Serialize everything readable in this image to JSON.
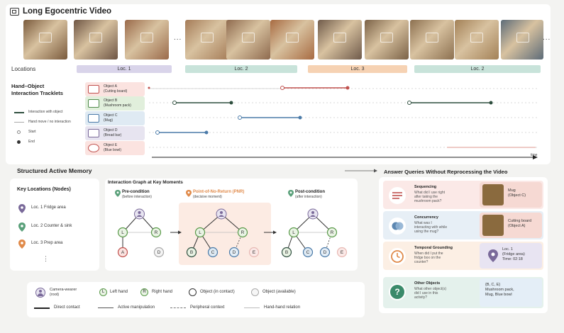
{
  "header": {
    "title": "Long Egocentric Video"
  },
  "video": {
    "ellipsis": "...",
    "frames": [
      {
        "tone": "#7a5a3c"
      },
      {
        "tone": "#6e5544"
      },
      {
        "tone": "#9a6a4a"
      },
      {
        "tone": "#a57c58"
      },
      {
        "tone": "#8e6a4e"
      },
      {
        "tone": "#a86b42"
      },
      {
        "tone": "#6f5a4a"
      },
      {
        "tone": "#7b6247"
      },
      {
        "tone": "#8c7050"
      },
      {
        "tone": "#a38157"
      },
      {
        "tone": "#5d6b78"
      }
    ]
  },
  "locations": {
    "label": "Locations",
    "bars": [
      {
        "label": "Loc. 1",
        "color": "#d9d4ea"
      },
      {
        "label": "Loc. 2",
        "color": "#c8e3da"
      },
      {
        "label": "Loc. 3",
        "color": "#f6d2b3"
      },
      {
        "label": "Loc. 2",
        "color": "#c8e3da"
      }
    ]
  },
  "tracklets": {
    "title_line1": "Hand–Object",
    "title_line2": "Interaction Tracklets",
    "legend": {
      "interaction": "Interaction with object",
      "hand_move": "Hand move / no interaction",
      "start": "Start",
      "end": "End"
    },
    "objects": [
      {
        "name": "Object A",
        "desc": "(Cutting board)",
        "color": "#fbe3e0",
        "accent": "#c0504d"
      },
      {
        "name": "Object B",
        "desc": "(Mushroom pack)",
        "color": "#e1efdc",
        "accent": "#4f8a4a"
      },
      {
        "name": "Object C",
        "desc": "(Mug)",
        "color": "#dfeaf3",
        "accent": "#4a7aa8"
      },
      {
        "name": "Object D",
        "desc": "(Bread bar)",
        "color": "#e7e4f0",
        "accent": "#7a6a9a"
      },
      {
        "name": "Object E",
        "desc": "(Blue bowl)",
        "color": "#fbe3e0",
        "accent": "#c0504d"
      }
    ],
    "time_label": "time"
  },
  "memory": {
    "title": "Structured Active Memory",
    "key_locations_title": "Key Locations (Nodes)",
    "key_locations": [
      {
        "label": "Loc. 1  Fridge area",
        "color": "#7a6a9a"
      },
      {
        "label": "Loc. 2  Counter & sink",
        "color": "#5aa07a"
      },
      {
        "label": "Loc. 3  Prep area",
        "color": "#e08a4a"
      }
    ],
    "key_locations_more": "⋮",
    "graph_title": "Interaction Graph at Key Moments",
    "moments": [
      {
        "title": "Pre-condition",
        "sub": "(before interaction)",
        "pin_color": "#5aa07a"
      },
      {
        "title": "Point-of-No-Return (PNR)",
        "sub": "(decisive moment)",
        "pin_color": "#e08a4a"
      },
      {
        "title": "Post-condition",
        "sub": "(after interaction)",
        "pin_color": "#5aa07a"
      }
    ],
    "node_letters": {
      "L": "L",
      "R": "R",
      "A": "A",
      "B": "B",
      "C": "C",
      "D": "D",
      "E": "E"
    }
  },
  "queries": {
    "title": "Answer Queries Without Reprocessing the Video",
    "items": [
      {
        "title": "Sequencing",
        "text": "What did I use right\nafter taking the\nmushroom pack?",
        "answer": "Mug\n(Object C)",
        "bg": "#fbe9e7",
        "ans_bg": "#f6d9d3",
        "icon_color": "#c0504d",
        "thumb": true
      },
      {
        "title": "Concurrency",
        "text": "What was I\ninteracting with while\nusing the mug?",
        "answer": "Cutting board\n(Object A)",
        "bg": "#e7eff6",
        "ans_bg": "#f6d9d3",
        "icon_color": "#4a7aa8",
        "thumb": true
      },
      {
        "title": "Temporal Grounding",
        "text": "When did I put the\nfridge box on the\ncounter?",
        "answer": "Loc. 1\n(Fridge area)\nTime: 02:18",
        "bg": "#fcefe4",
        "ans_bg": "#e8e4f2",
        "icon_color": "#e08a4a",
        "thumb": false
      },
      {
        "title": "Other Objects",
        "text": "What other object(s)\ndid I use in this\nactivity?",
        "answer": "{B, C, E}\nMushroom pack,\nMug, Blue bowl",
        "bg": "#e4f1ec",
        "ans_bg": "#e4eef7",
        "icon_color": "#3a8a6a",
        "thumb": false
      }
    ]
  },
  "legend": {
    "camera_wearer": "Camera-wearer\n(root)",
    "left_hand": "Left hand",
    "right_hand": "Right hand",
    "object_contact": "Object (in contact)",
    "object_available": "Object (available)",
    "direct_contact": "Direct contact",
    "active_manipulation": "Active manipulation",
    "peripheral_context": "Peripheral context",
    "hand_hand": "Hand-hand relation"
  },
  "colors": {
    "hand_green": "#5a9a4a",
    "object_red": "#c0504d",
    "object_blue": "#4a7aa8",
    "object_purple": "#7a6a9a",
    "dark_line": "#2f4f3f"
  }
}
